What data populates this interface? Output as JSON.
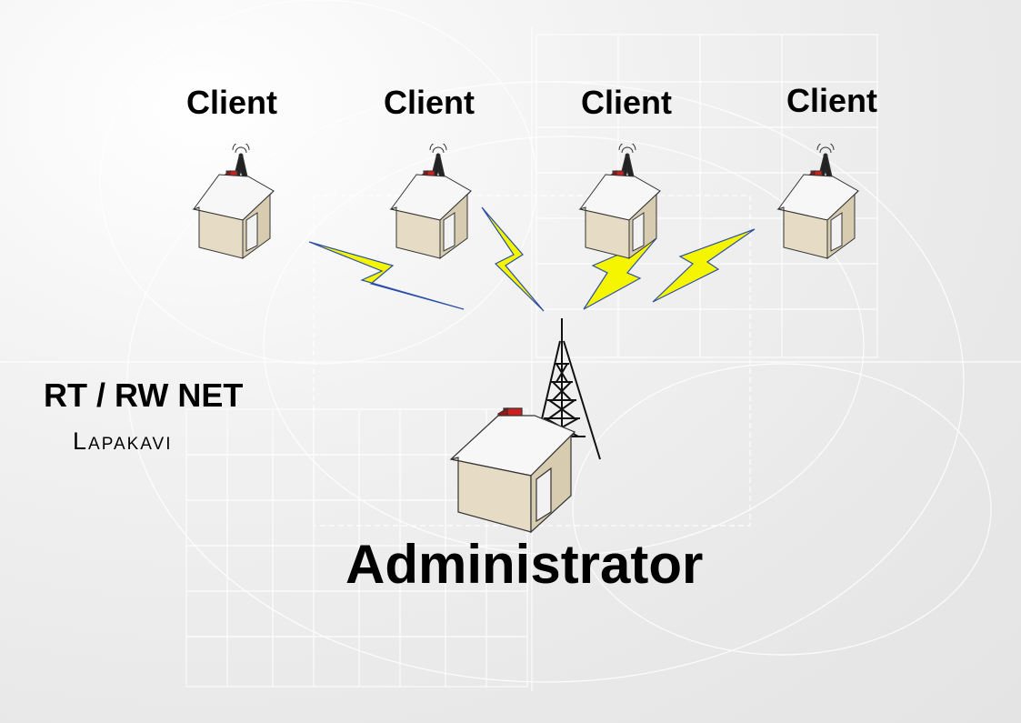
{
  "network": {
    "title": "RT / RW NET",
    "subtitle": "Lapakavi"
  },
  "admin": {
    "label": "Administrator"
  },
  "clients": [
    {
      "label": "Client"
    },
    {
      "label": "Client"
    },
    {
      "label": "Client"
    },
    {
      "label": "Client"
    }
  ],
  "icons": {
    "client_node": "house-with-antenna-icon",
    "admin_node": "house-with-tower-icon",
    "link": "lightning-bolt-icon"
  },
  "colors": {
    "bolt_fill": "#f5f500",
    "bolt_edge": "#2b4fa8",
    "house_wall": "#e6dcc6",
    "roof": "#f4f4f4",
    "chimney": "#cc1f1f"
  }
}
